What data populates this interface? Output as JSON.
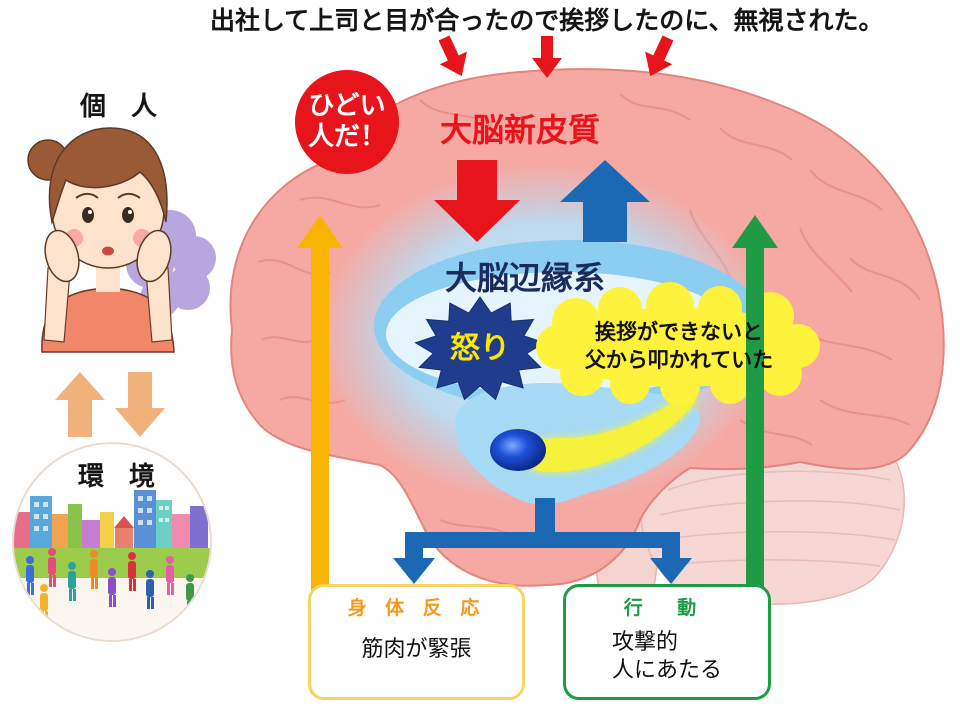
{
  "scenario": "出社して上司と目が合ったので挨拶したのに、無視された。",
  "individual": {
    "label": "個 人"
  },
  "environment": {
    "label": "環 境"
  },
  "thought": {
    "line1": "ひどい",
    "line2": "人だ！"
  },
  "cortex": {
    "label": "大脳新皮質"
  },
  "limbic": {
    "label": "大脳辺縁系"
  },
  "emotion": {
    "label": "怒り"
  },
  "memory": {
    "line1": "挨拶ができないと",
    "line2": "父から叩かれていた"
  },
  "body_response": {
    "title": "身 体 反 応",
    "text": "筋肉が緊張"
  },
  "behavior": {
    "title": "行 動",
    "line1": "攻撃的",
    "line2": "人にあたる"
  },
  "colors": {
    "cortex_red": "#e8141b",
    "arrow_blue": "#1b68b5",
    "limbic_navy": "#1c2b5e",
    "body_arrow_gold": "#f7b500",
    "behavior_green": "#1f9b45",
    "brain_pink": "#f6a9a3",
    "exchange_arrow_peach": "#f0b27a",
    "memory_yellow": "#fff23c",
    "limbic_blue": "#8ccdf2",
    "body_title_orange": "#f39a1e"
  }
}
